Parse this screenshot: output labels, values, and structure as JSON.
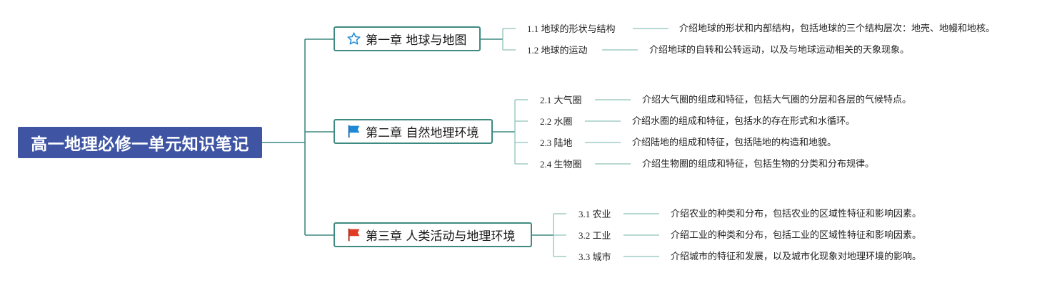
{
  "root": {
    "title": "高一地理必修一单元知识笔记"
  },
  "chapters": [
    {
      "title": "第一章 地球与地图",
      "icon": "star-outline-icon",
      "sections": [
        {
          "label": "1.1 地球的形状与结构",
          "desc": "介绍地球的形状和内部结构，包括地球的三个结构层次：地壳、地幔和地核。"
        },
        {
          "label": "1.2 地球的运动",
          "desc": "介绍地球的自转和公转运动，以及与地球运动相关的天象现象。"
        }
      ]
    },
    {
      "title": "第二章 自然地理环境",
      "icon": "flag-blue-icon",
      "sections": [
        {
          "label": "2.1 大气圈",
          "desc": "介绍大气圈的组成和特征，包括大气圈的分层和各层的气候特点。"
        },
        {
          "label": "2.2 水圈",
          "desc": "介绍水圈的组成和特征，包括水的存在形式和水循环。"
        },
        {
          "label": "2.3 陆地",
          "desc": "介绍陆地的组成和特征，包括陆地的构造和地貌。"
        },
        {
          "label": "2.4 生物圈",
          "desc": "介绍生物圈的组成和特征，包括生物的分类和分布规律。"
        }
      ]
    },
    {
      "title": "第三章 人类活动与地理环境",
      "icon": "flag-red-icon",
      "sections": [
        {
          "label": "3.1 农业",
          "desc": "介绍农业的种类和分布，包括农业的区域性特征和影响因素。"
        },
        {
          "label": "3.2 工业",
          "desc": "介绍工业的种类和分布，包括工业的区域性特征和影响因素。"
        },
        {
          "label": "3.3 城市",
          "desc": "介绍城市的特征和发展，以及城市化现象对地理环境的影响。"
        }
      ]
    }
  ],
  "colors": {
    "root_fill": "#3f55a3",
    "branch_line": "#3d8a80",
    "leaf_line": "#8ec2b8",
    "star": "#2a8fd6",
    "flag_blue": "#1e8ad6",
    "flag_red": "#e03b24"
  }
}
